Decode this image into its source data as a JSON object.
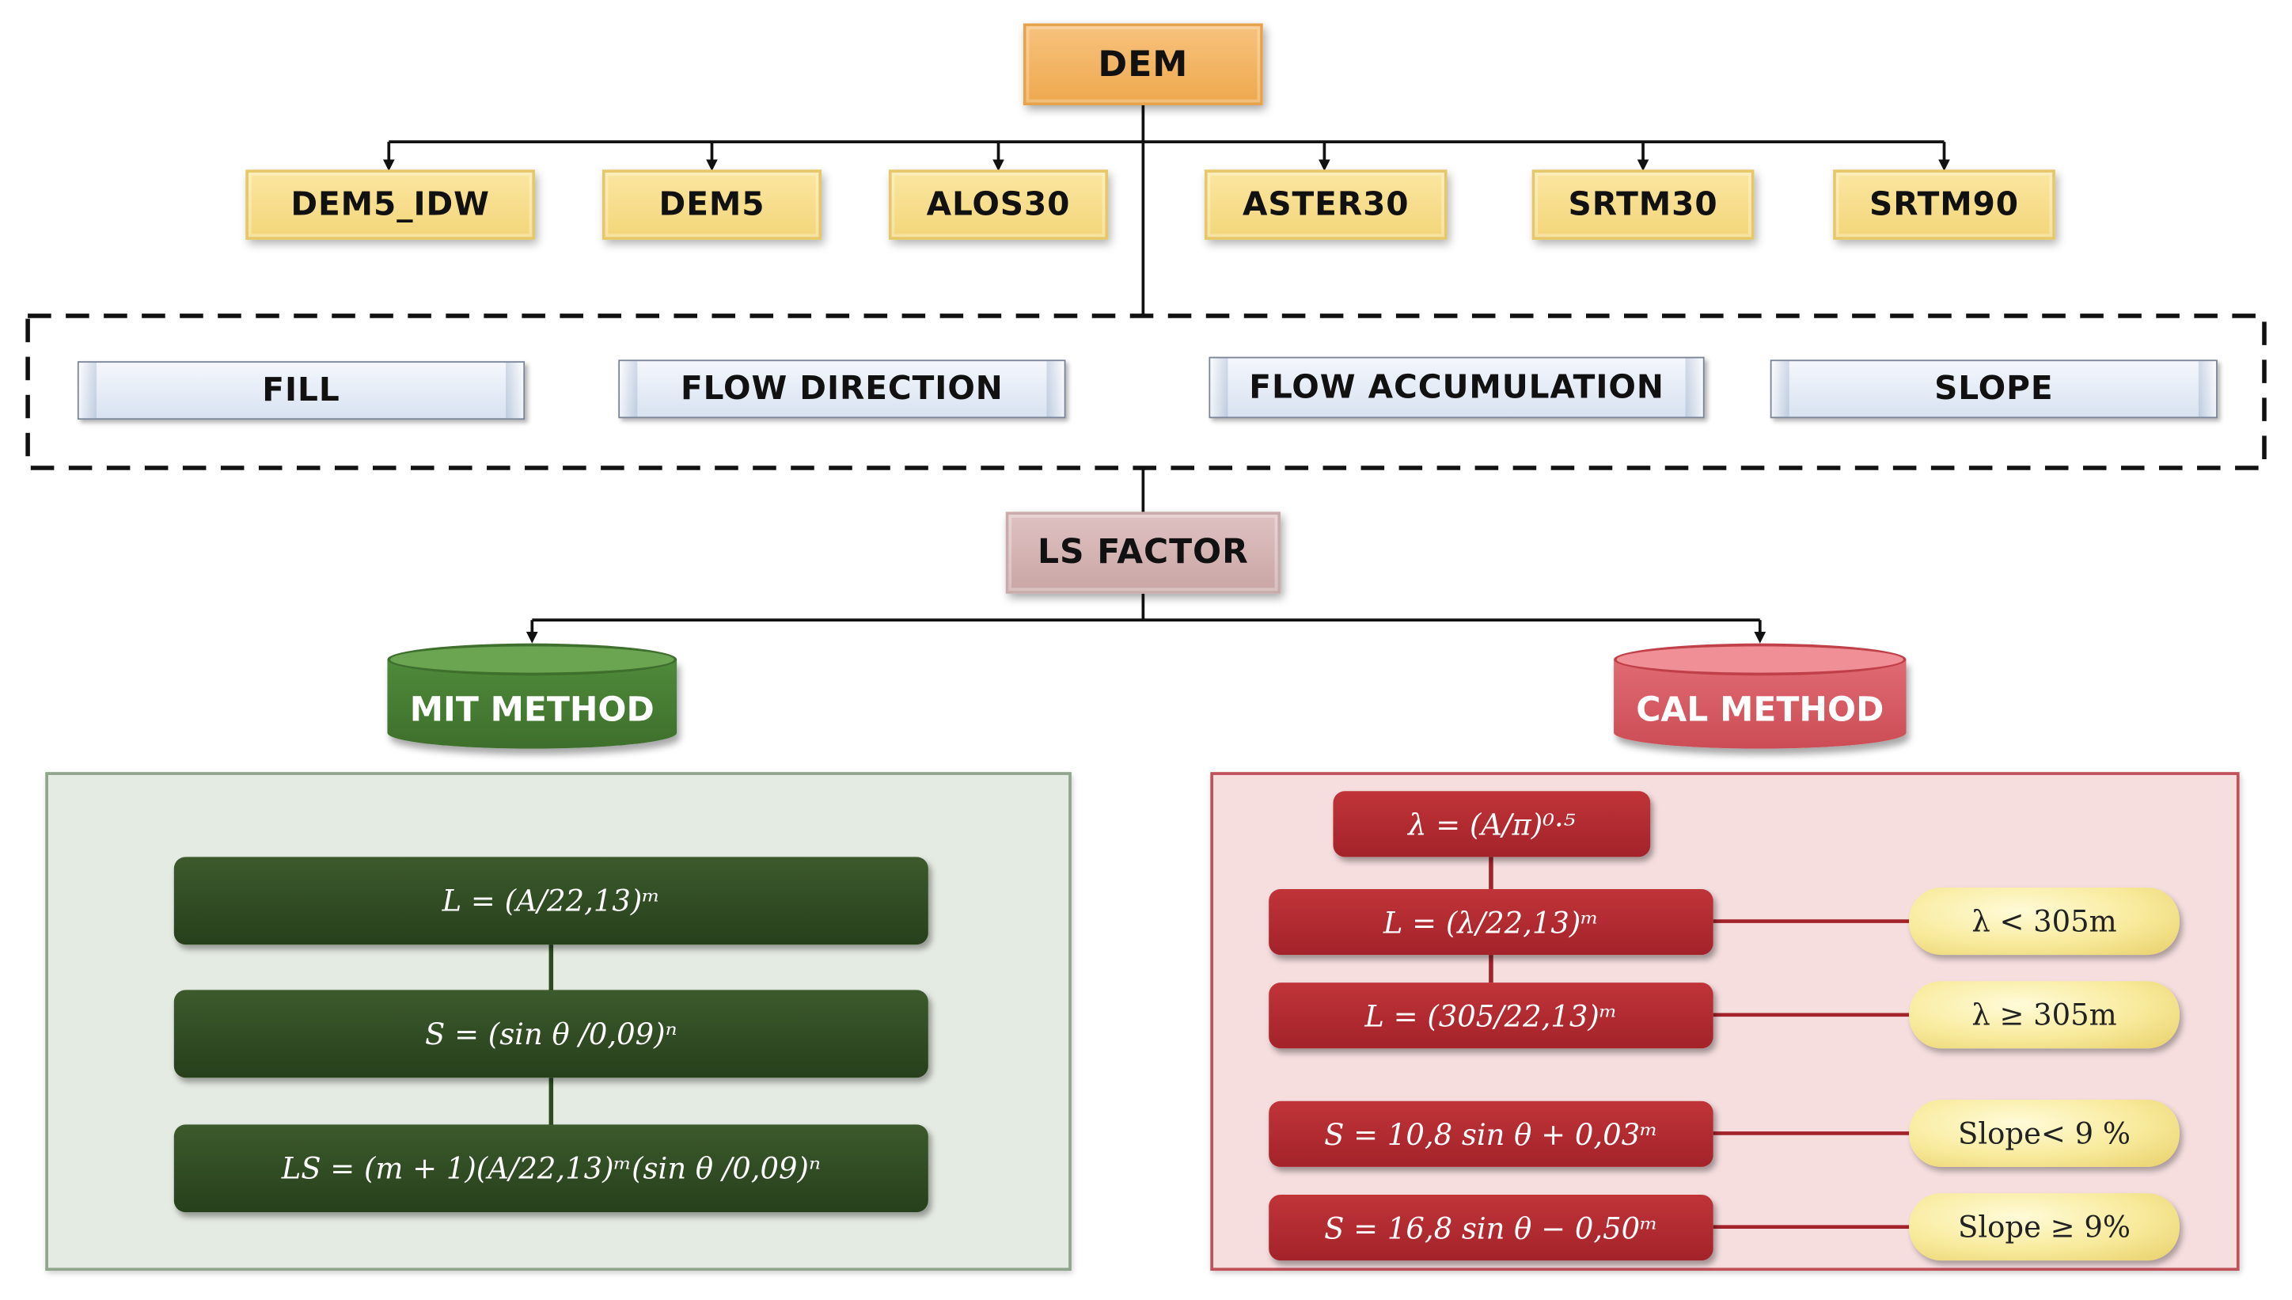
{
  "root": {
    "label": "DEM"
  },
  "dem_sources": [
    "DEM5_IDW",
    "DEM5",
    "ALOS30",
    "ASTER30",
    "SRTM30",
    "SRTM90"
  ],
  "processing_steps": [
    "FILL",
    "FLOW DIRECTION",
    "FLOW ACCUMULATION",
    "SLOPE"
  ],
  "ls_factor": {
    "label": "LS FACTOR"
  },
  "methods": {
    "mit": {
      "label": "MIT METHOD",
      "equations": [
        "L = (A/22,13)ᵐ",
        "S =  (sin θ /0,09)ⁿ",
        "LS = (m + 1)(A/22,13)ᵐ(sin θ /0,09)ⁿ"
      ]
    },
    "cal": {
      "label": "CAL METHOD",
      "lambda_equation": "λ = (A/π)⁰·⁵",
      "equations": [
        "L = (λ/22,13)ᵐ",
        "L = (305/22,13)ᵐ",
        "S = 10,8 sin θ + 0,03ᵐ",
        "S = 16,8 sin θ − 0,50ᵐ"
      ],
      "conditions": [
        "λ < 305m",
        "λ ≥ 305m",
        "Slope< 9 %",
        "Slope ≥ 9%"
      ]
    }
  },
  "colors": {
    "dem": "#eea94e",
    "source": "#f3d67a",
    "step": "#d8e2f1",
    "ls": "#caa6a6",
    "mit": "#4f8a3a",
    "mit_panel": "#e4ebe2",
    "mit_equation": "#2d4a20",
    "cal": "#d5545e",
    "cal_panel": "#f6dedf",
    "cal_equation": "#b02a30",
    "condition": "#f8ea9b"
  }
}
